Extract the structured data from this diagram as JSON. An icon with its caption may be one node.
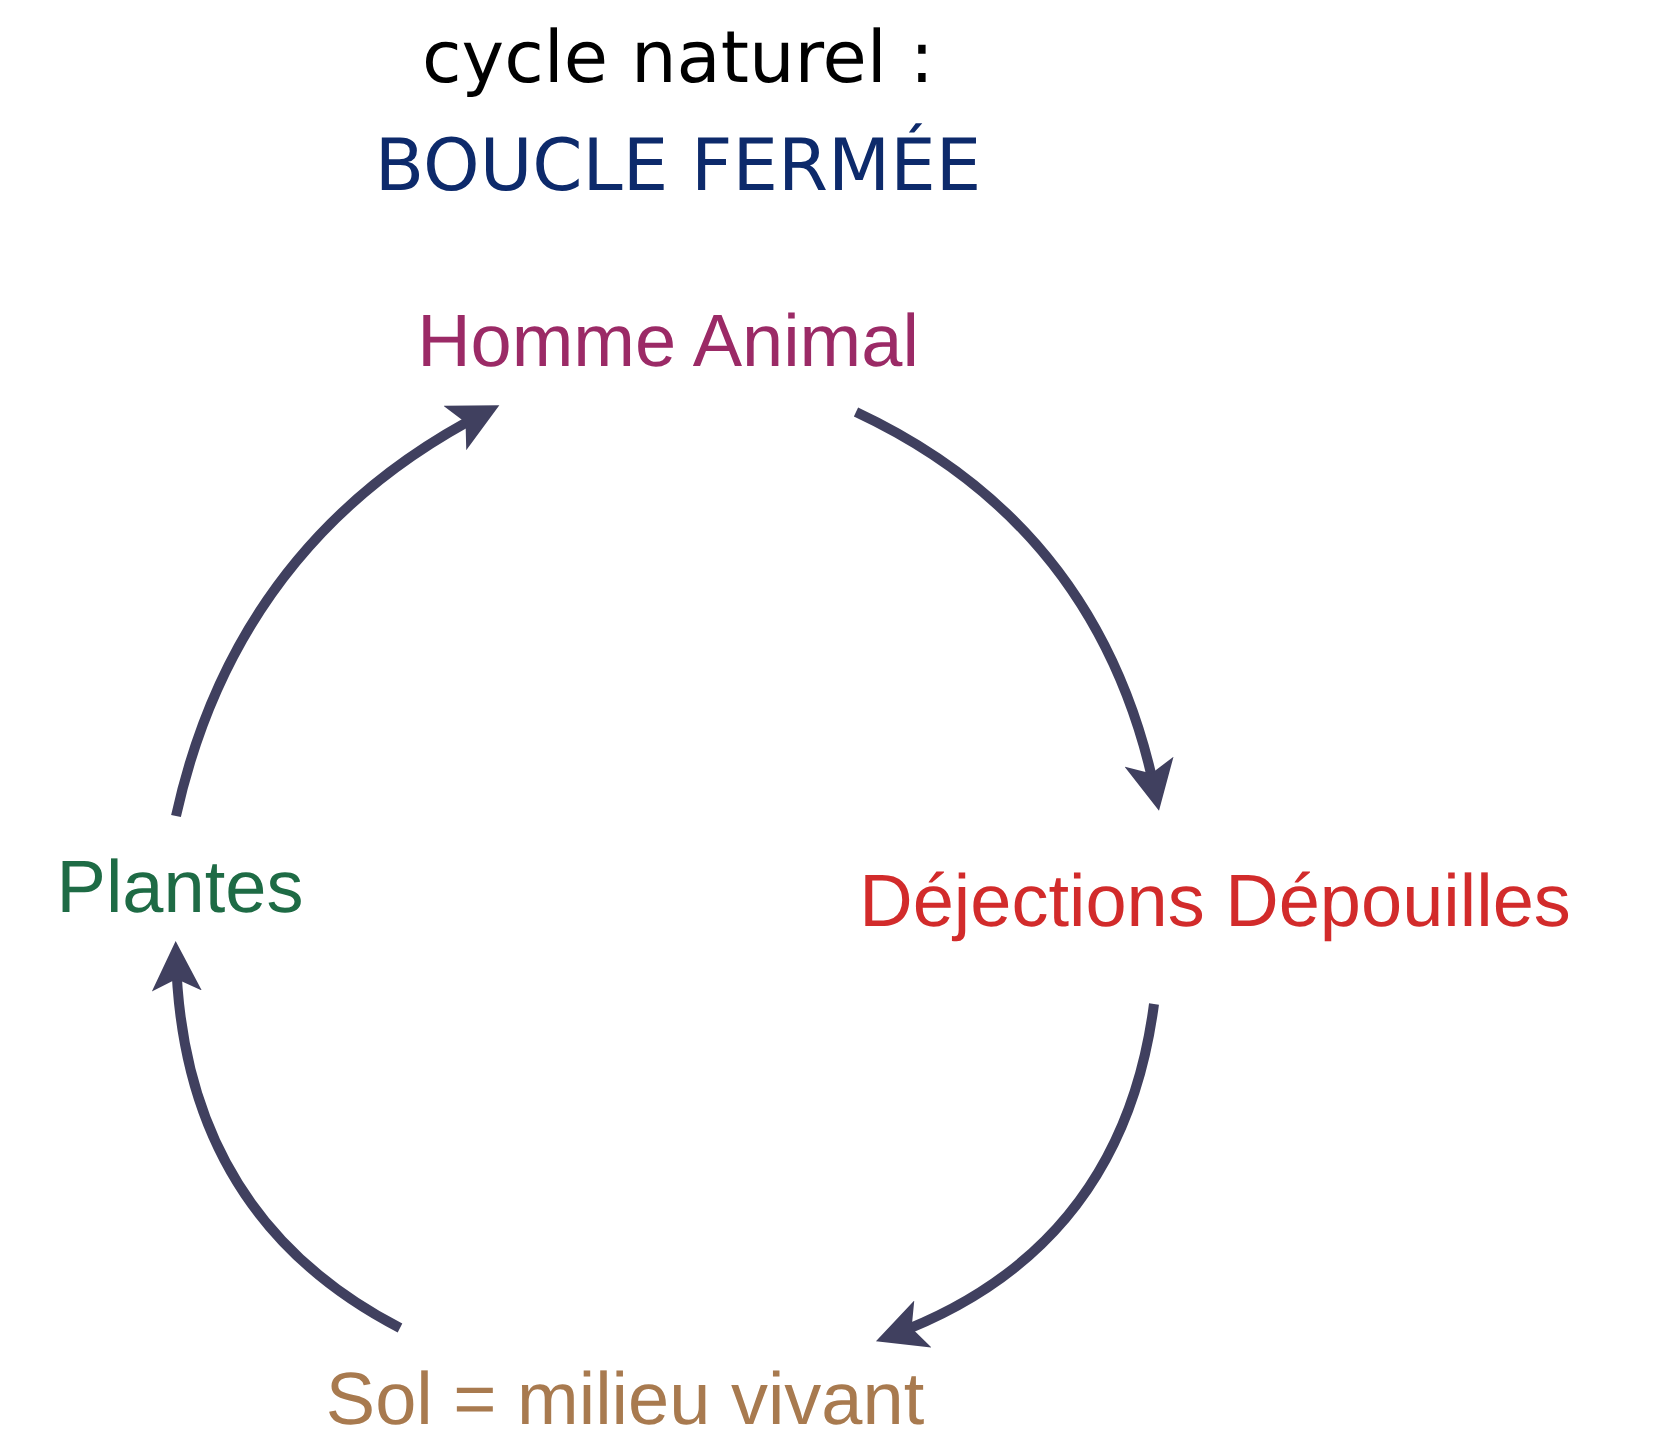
{
  "diagram": {
    "title": "cycle naturel :",
    "nodes": [
      {
        "text": [
          "Homme Animal"
        ]
      },
      {
        "text": [
          "Déjections Dépouilles"
        ]
      },
      {
        "text": [
          "Sol = milieu vivant"
        ]
      },
      {
        "text": [
          "Plantes"
        ]
      }
    ],
    "edges": [
      {
        "from": 0,
        "to": 1,
        "arrow": "to"
      },
      {
        "from": 1,
        "to": 2,
        "arrow": "to"
      },
      {
        "from": 2,
        "to": 3,
        "arrow": "to"
      },
      {
        "from": 3,
        "to": 0,
        "arrow": "to"
      }
    ],
    "labels": [
      "BOUCLE FERMÉE"
    ]
  }
}
